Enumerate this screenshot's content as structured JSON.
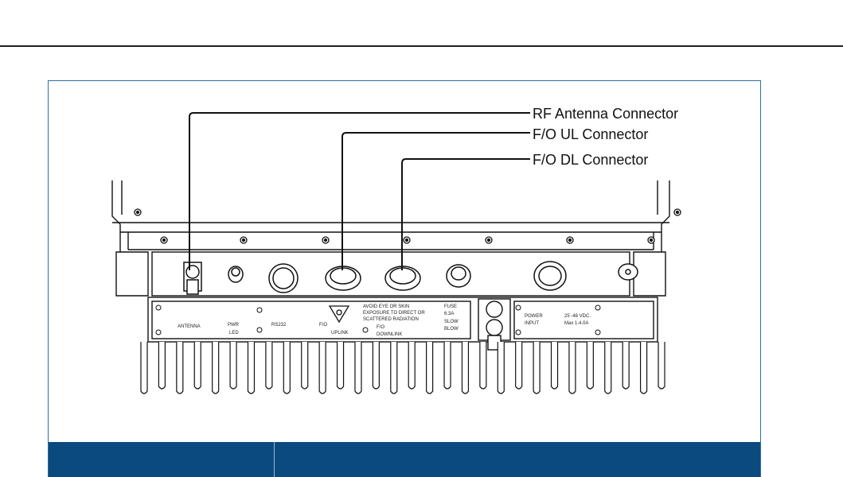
{
  "figure": {
    "callouts": {
      "rf_antenna": "RF Antenna Connector",
      "fo_ul": "F/O UL Connector",
      "fo_dl": "F/O DL Connector"
    },
    "panel_labels": {
      "antenna": "ANTENNA",
      "pwr": "PWR",
      "led": "LED",
      "rs232": "RS232",
      "fo_a": "F/O",
      "uplink": "UPLINK",
      "fo_b": "F/O",
      "downlink": "DOWNLINK",
      "warn1": "AVOID EYE OR SKIN",
      "warn2": "EXPOSURE TO DIRECT OR",
      "warn3": "SCATTERED RADIATION",
      "fuse": "FUSE",
      "fuse_amp": "6.3A",
      "slow1": "SLOW",
      "slow2": "BLOW",
      "power": "POWER",
      "input": "INPUT",
      "vdc": "25 -48 VDC.",
      "max": "Max 1.4.0A"
    }
  },
  "caption": {
    "cell1": "",
    "cell2": ""
  }
}
